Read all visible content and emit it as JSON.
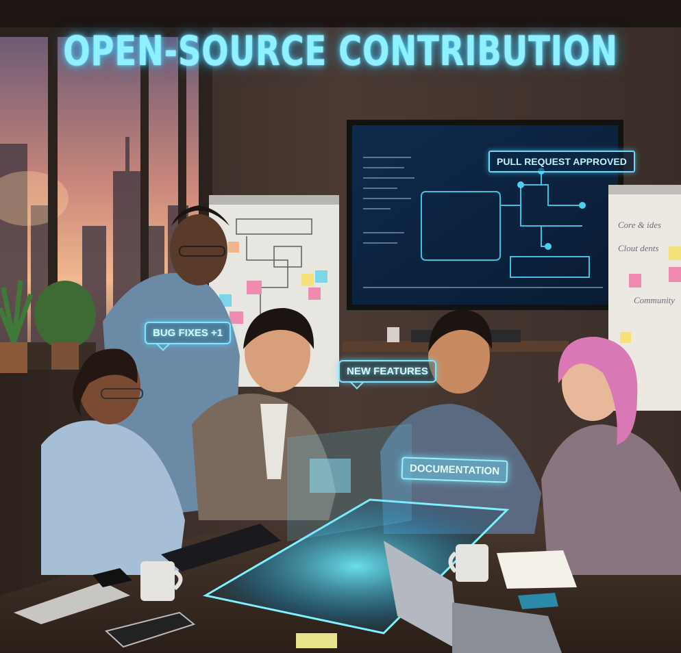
{
  "headline": "OPEN-SOURCE CONTRIBUTION",
  "labels": {
    "bug_fixes": "BUG FIXES +1",
    "new_features": "NEW FEATURES",
    "documentation": "DOCUMENTATION",
    "pull_request": "PULL REQUEST APPROVED"
  },
  "flipchart_right": {
    "lines": [
      "Core & ides",
      "Clout dents",
      "Community"
    ]
  },
  "colors": {
    "neon_cyan": "#8ff0ff",
    "screen_blue": "#0d2a4a",
    "sky_sunset": "#d9957a",
    "table_wood": "#3a2b22"
  }
}
